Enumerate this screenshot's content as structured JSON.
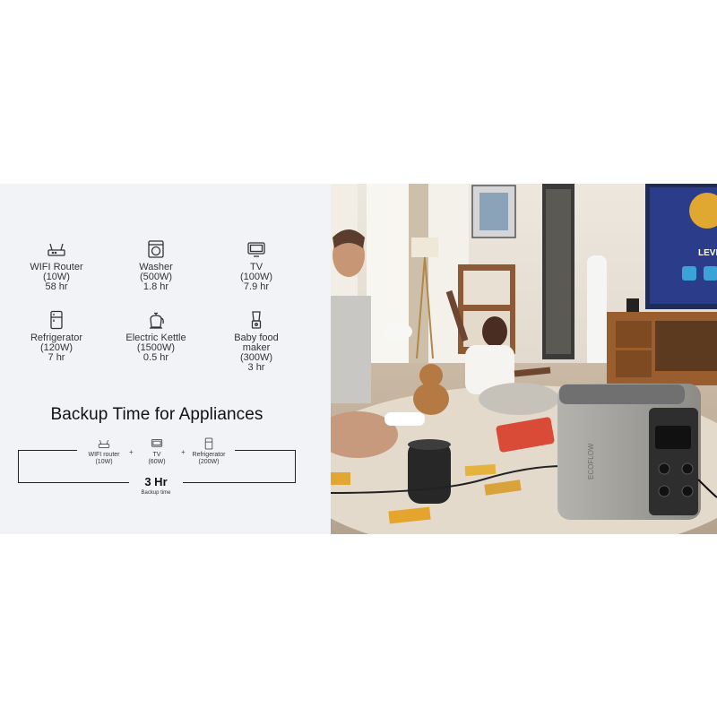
{
  "appliances": [
    {
      "name": "WIFI Router",
      "power": "(10W)",
      "time": "58 hr",
      "icon": "router-icon"
    },
    {
      "name": "Washer",
      "power": "(500W)",
      "time": "1.8 hr",
      "icon": "washer-icon"
    },
    {
      "name": "TV",
      "power": "(100W)",
      "time": "7.9 hr",
      "icon": "tv-icon"
    },
    {
      "name": "Refrigerator",
      "power": "(120W)",
      "time": "7 hr",
      "icon": "refrigerator-icon"
    },
    {
      "name": "Electric Kettle",
      "power": "(1500W)",
      "time": "0.5 hr",
      "icon": "kettle-icon"
    },
    {
      "name": "Baby food",
      "name2": "maker",
      "power": "(300W)",
      "time": "3 hr",
      "icon": "blender-icon"
    }
  ],
  "backup": {
    "title": "Backup Time for Appliances",
    "items": [
      {
        "name": "WIFI router",
        "power": "(10W)",
        "icon": "router-icon"
      },
      {
        "name": "TV",
        "power": "(60W)",
        "icon": "tv-icon"
      },
      {
        "name": "Refrigerator",
        "power": "(200W)",
        "icon": "refrigerator-icon"
      }
    ],
    "plus": "+",
    "total": "3 Hr",
    "total_label": "Backup time"
  },
  "photo": {
    "tv_screen_text": "LEVE",
    "device_brand": "ECOFLOW"
  },
  "colors": {
    "panel_bg": "#f2f3f7",
    "text": "#222222",
    "device_body": "#9a9a96"
  }
}
